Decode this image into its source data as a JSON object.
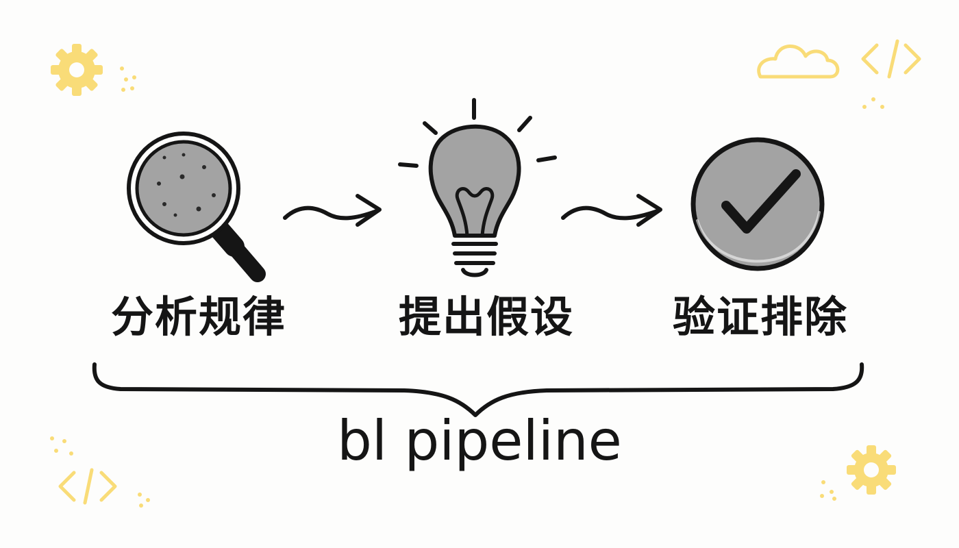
{
  "steps": [
    {
      "label": "分析规律",
      "icon": "magnifier-icon"
    },
    {
      "label": "提出假设",
      "icon": "lightbulb-icon"
    },
    {
      "label": "验证排除",
      "icon": "checkmark-circle-icon"
    }
  ],
  "title": "bl pipeline",
  "colors": {
    "ink": "#151515",
    "fill_gray": "#a3a3a3",
    "accent_yellow": "#f9dc78",
    "background": "#fdfdfc"
  }
}
